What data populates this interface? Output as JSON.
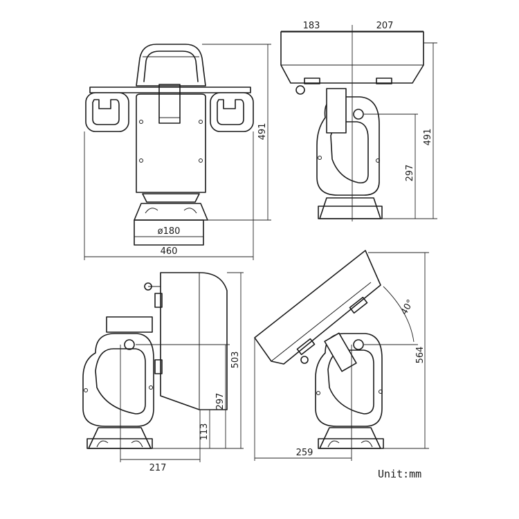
{
  "dimensions": {
    "front_height": "491",
    "front_width": "460",
    "base_diameter": "ø180",
    "top_left": "183",
    "top_right": "207",
    "side_height": "491",
    "side_axis_height": "297",
    "side2_height": "503",
    "side2_axis_height": "297",
    "side2_base_height": "113",
    "side2_width": "217",
    "tilt_height": "564",
    "tilt_width": "259",
    "tilt_angle": "40°"
  },
  "unit_label": "Unit:mm"
}
